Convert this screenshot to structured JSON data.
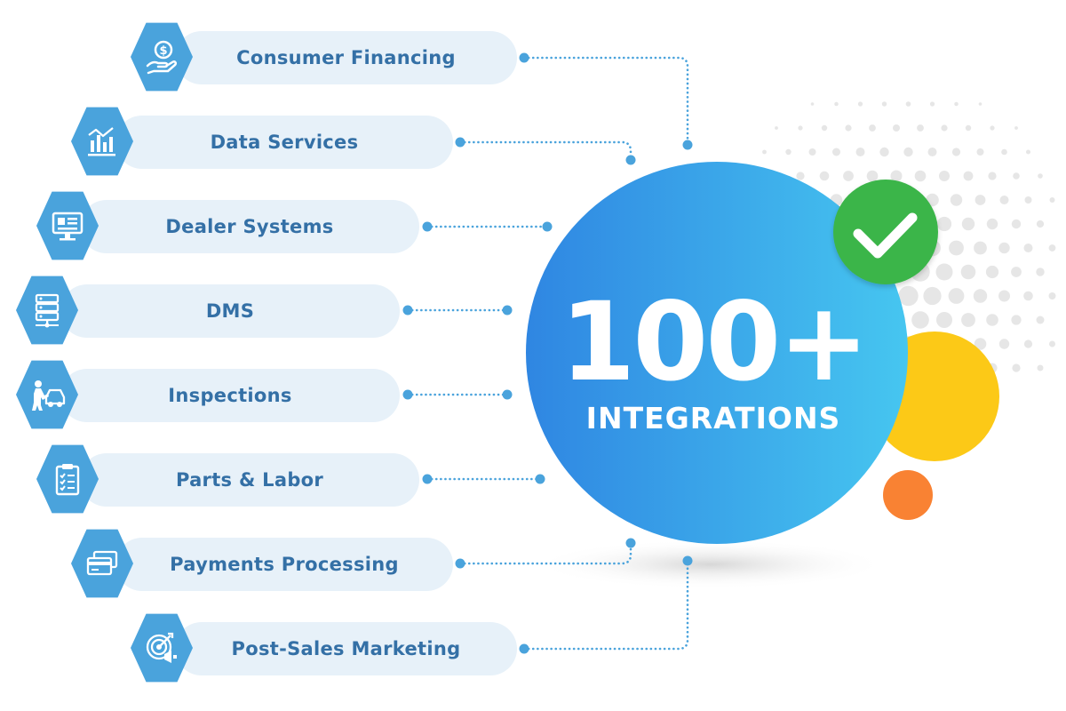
{
  "hub": {
    "number": "100+",
    "caption": "INTEGRATIONS",
    "gradient_from": "#2f86e2",
    "gradient_to": "#46c6f0",
    "badge_icon": "check-icon",
    "badge_color": "#3bb54a"
  },
  "decor": {
    "yellow_circle": "#fcc917",
    "orange_circle": "#f98233",
    "dot_pattern": "#e6e6e6"
  },
  "colors": {
    "pill_bg": "#e7f1f9",
    "pill_text": "#3470a6",
    "hex_bg": "#4aa3dc",
    "connector": "#4aa3dc"
  },
  "categories": [
    {
      "label": "Consumer Financing",
      "icon": "money-hand-icon"
    },
    {
      "label": "Data Services",
      "icon": "bar-chart-icon"
    },
    {
      "label": "Dealer Systems",
      "icon": "monitor-icon"
    },
    {
      "label": "DMS",
      "icon": "server-icon"
    },
    {
      "label": "Inspections",
      "icon": "mechanic-car-icon"
    },
    {
      "label": "Parts & Labor",
      "icon": "clipboard-checklist-icon"
    },
    {
      "label": "Payments Processing",
      "icon": "credit-cards-icon"
    },
    {
      "label": "Post-Sales Marketing",
      "icon": "target-megaphone-icon"
    }
  ]
}
